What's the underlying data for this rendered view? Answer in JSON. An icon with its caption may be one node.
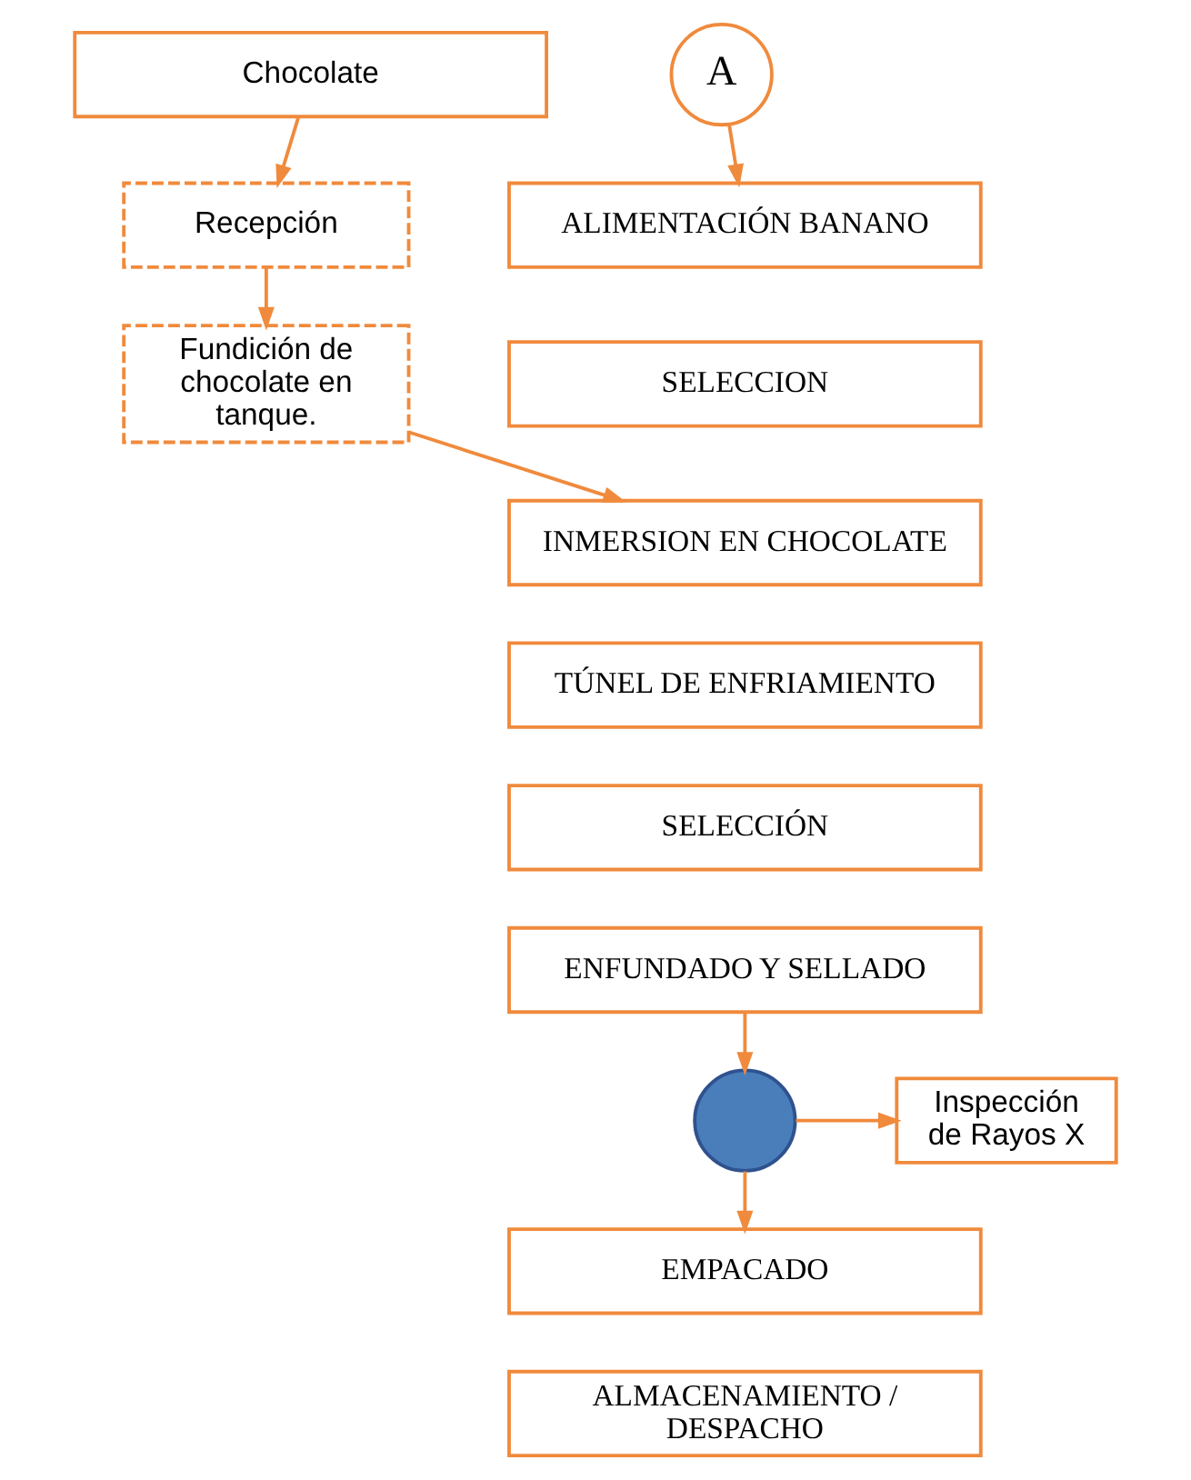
{
  "diagram": {
    "nodes": [
      {
        "text": [
          "Chocolate"
        ]
      },
      {
        "text": [
          "Recepción"
        ]
      },
      {
        "text": [
          "Fundición de chocolate en tanque."
        ]
      },
      {
        "text": [
          "A"
        ]
      },
      {
        "text": [
          "ALIMENTACIÓN BANANO"
        ]
      },
      {
        "text": [
          "SELECCION"
        ]
      },
      {
        "text": [
          "INMERSION EN CHOCOLATE"
        ]
      },
      {
        "text": [
          "TÚNEL DE ENFRIAMIENTO"
        ]
      },
      {
        "text": [
          "SELECCIÓN"
        ]
      },
      {
        "text": [
          "ENFUNDADO Y SELLADO"
        ]
      },
      {
        "text": [],
        "shape": "circle"
      },
      {
        "text": [
          "Inspección de Rayos X"
        ]
      },
      {
        "text": [
          "EMPACADO"
        ]
      },
      {
        "text": [
          "ALMACENAMIENTO / DESPACHO"
        ]
      }
    ],
    "edges": [
      {
        "from": 0,
        "to": 1,
        "arrow": "to"
      },
      {
        "from": 1,
        "to": 2,
        "arrow": "to"
      },
      {
        "from": 2,
        "to": 6,
        "arrow": "to"
      },
      {
        "from": 3,
        "to": 4,
        "arrow": "to"
      },
      {
        "from": 9,
        "to": 10,
        "arrow": "to"
      },
      {
        "from": 10,
        "to": 11,
        "arrow": "to"
      },
      {
        "from": 10,
        "to": 12,
        "arrow": "to"
      }
    ]
  }
}
